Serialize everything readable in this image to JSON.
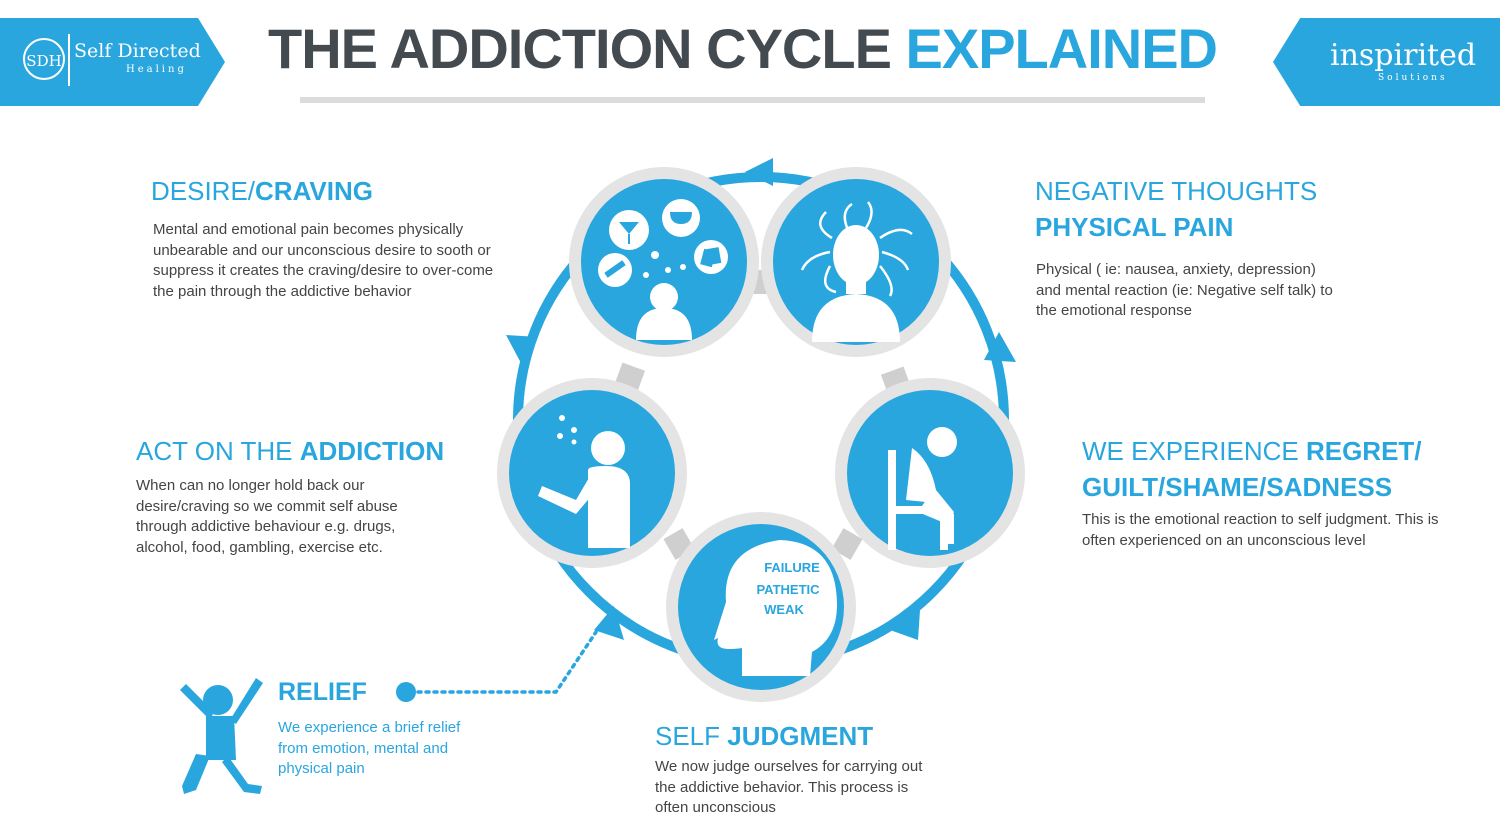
{
  "logos": {
    "left": {
      "badge": "SDH",
      "name": "Self Directed",
      "sub": "Healing"
    },
    "right": {
      "name": "inspirited",
      "sub": "Solutions"
    }
  },
  "title": {
    "part1": "THE ADDICTION CYCLE",
    "part2": "EXPLAINED"
  },
  "stages": {
    "desire": {
      "label_light": "DESIRE/",
      "label_bold": "CRAVING",
      "text": "Mental and emotional pain becomes physically unbearable and our unconscious desire to sooth or suppress it creates the craving/desire to over-come the pain through the addictive behavior"
    },
    "negative": {
      "label_light": "NEGATIVE THOUGHTS",
      "label_bold": "PHYSICAL PAIN",
      "text": "Physical ( ie: nausea, anxiety, depression) and mental reaction (ie: Negative self talk) to the emotional response"
    },
    "act": {
      "label_light": "ACT ON THE",
      "label_bold": "ADDICTION",
      "text": "When can no longer hold back our desire/craving so we commit self abuse through addictive behaviour e.g. drugs, alcohol, food, gambling, exercise etc."
    },
    "regret": {
      "label_light": "WE EXPERIENCE",
      "label_bold": "REGRET/",
      "label_bold2": "GUILT/SHAME/SADNESS",
      "text": "This is the emotional reaction to self judgment. This is often experienced on an unconscious level"
    },
    "relief": {
      "label": "RELIEF",
      "text": "We experience a brief relief from emotion, mental and physical pain"
    },
    "judgment": {
      "label_light": "SELF",
      "label_bold": "JUDGMENT",
      "text": "We now judge ourselves for carrying out the addictive behavior. This process is often unconscious"
    }
  },
  "head_words": [
    "FAILURE",
    "PATHETIC",
    "WEAK"
  ],
  "colors": {
    "accent": "#29a6de",
    "title_dark": "#444b50",
    "ring": "#e4e4e4",
    "connector": "#cfcfcf"
  },
  "icons": {
    "desire": "craving-thoughts-icon",
    "negative": "troubled-head-icon",
    "act": "drinking-person-icon",
    "regret": "ashamed-seated-person-icon",
    "judgment": "head-profile-icon",
    "relief": "jumping-person-icon"
  }
}
